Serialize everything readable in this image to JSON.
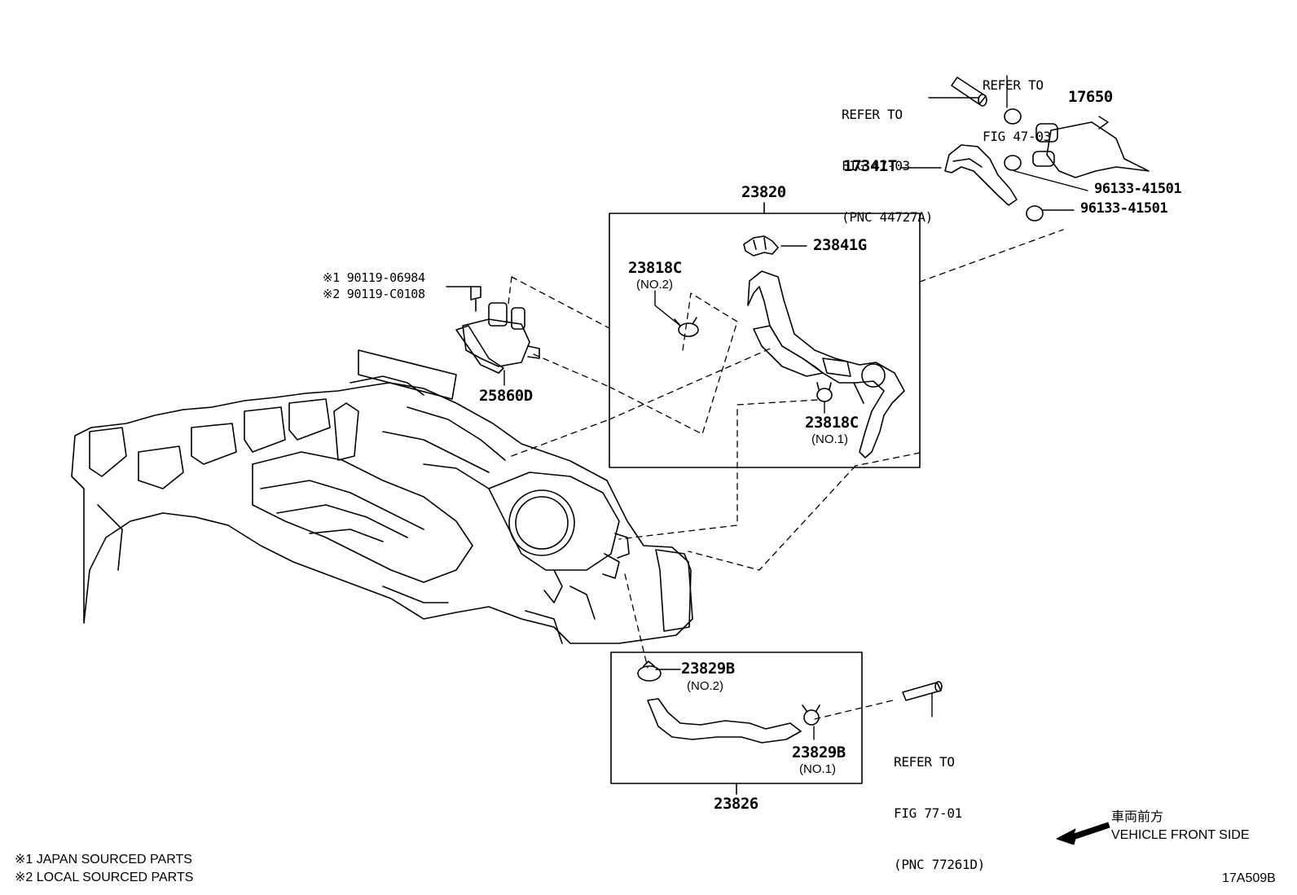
{
  "parts": {
    "p23820": "23820",
    "p23841g": "23841G",
    "p23818c_no2": "23818C",
    "p23818c_no2_sub": "(NO.2)",
    "p23818c_no1": "23818C",
    "p23818c_no1_sub": "(NO.1)",
    "p25860d": "25860D",
    "p17650": "17650",
    "p17341t": "17341T",
    "p96133_a": "96133-41501",
    "p96133_b": "96133-41501",
    "p23829b_no2": "23829B",
    "p23829b_no2_sub": "(NO.2)",
    "p23829b_no1": "23829B",
    "p23829b_no1_sub": "(NO.1)",
    "p23826": "23826"
  },
  "bolts": {
    "line1": "※1 90119-06984",
    "line2": "※2 90119-C0108"
  },
  "refs": {
    "ref_top_right": [
      "REFER TO",
      "FIG 47-03"
    ],
    "ref_top_left": [
      "REFER TO",
      "FIG 47-03",
      "(PNC 44727A)"
    ],
    "ref_bottom": [
      "REFER TO",
      "FIG 77-01",
      "(PNC 77261D)"
    ]
  },
  "direction": {
    "jp": "車両前方",
    "en": "VEHICLE FRONT SIDE"
  },
  "notes": {
    "n1": "※1 JAPAN SOURCED PARTS",
    "n2": "※2 LOCAL SOURCED PARTS"
  },
  "figure_id": "17A509B"
}
